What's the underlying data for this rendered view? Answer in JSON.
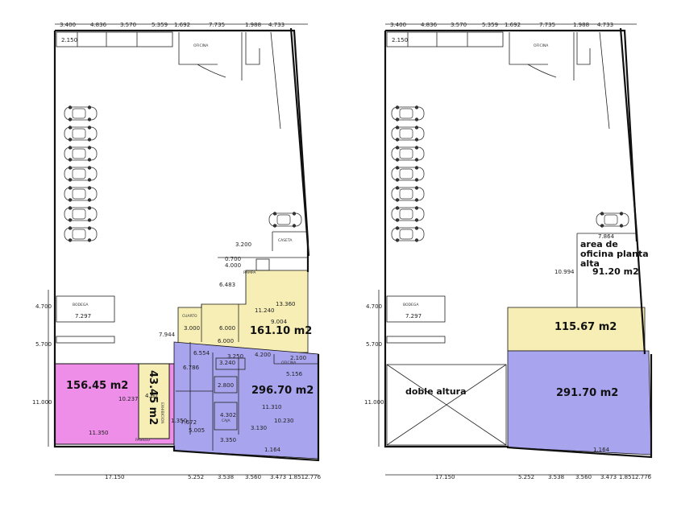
{
  "top_dimensions": [
    "3.400",
    "4.836",
    "3.570",
    "5.359",
    "1.692",
    "7.735",
    "1.988",
    "4.733"
  ],
  "bottom_dimensions": [
    "17.150",
    "5.252",
    "3.538",
    "3.560",
    "3.473",
    "1.851",
    "2.776"
  ],
  "left_dimensions": [
    "4.700",
    "5.700",
    "11.000"
  ],
  "plan1": {
    "dims": {
      "d2150": "2.150",
      "d3200": "3.200",
      "d0700": "0.700",
      "d4000": "4.000",
      "d6483": "6.483",
      "d13360": "13.360",
      "d11240": "11.240",
      "d9004": "9.004",
      "d7944": "7.944",
      "d3000": "3.000",
      "d6000a": "6.000",
      "d6000b": "6.000",
      "d7297": "7.297",
      "d6554": "6.554",
      "d3250": "3.250",
      "d4200": "4.200",
      "d2100": "2.100",
      "d3240": "3.240",
      "d6786": "6.786",
      "d5156": "5.156",
      "d2800": "2.800",
      "d10237": "10.237",
      "d4000b": "4.00",
      "d11310": "11.310",
      "d7672": "7.672",
      "d4302": "4.302",
      "d5005": "5.005",
      "d3130": "3.130",
      "d10230": "10.230",
      "d11350": "11.350",
      "d3350": "3.350",
      "d1164": "1.164",
      "d1350": "1.350"
    },
    "areas": {
      "pink": "156.45 m2",
      "yellow_small": "43.45 m2",
      "yellow": "161.10 m2",
      "blue": "296.70 m2"
    },
    "rooms": {
      "oficina": "OFICINA",
      "caseta": "CASETA",
      "bodega": "BODEGA",
      "pasillo": "PASILLO",
      "oficina2": "OFICINA",
      "caja": "CAJA",
      "rampa": "RAMPA",
      "exhibicion": "EXHIBICION",
      "cuarto": "CUARTO"
    },
    "colors": {
      "pink": "#ee8ee8",
      "yellow": "#f6eeb5",
      "blue": "#a9a4ee"
    }
  },
  "plan2": {
    "dims": {
      "d2150": "2.150",
      "d7864": "7.864",
      "d10994": "10.994",
      "d7297": "7.297",
      "d1164": "1.164"
    },
    "areas": {
      "yellow": "115.67 m2",
      "blue": "291.70 m2",
      "office": "91.20 m2"
    },
    "labels": {
      "office1": "area de",
      "office2": "oficina planta",
      "office3": "alta",
      "doble": "doble altura"
    },
    "rooms": {
      "oficina": "OFICINA",
      "bodega": "BODEGA"
    },
    "colors": {
      "yellow": "#f6eeb5",
      "blue": "#a9a4ee"
    }
  }
}
